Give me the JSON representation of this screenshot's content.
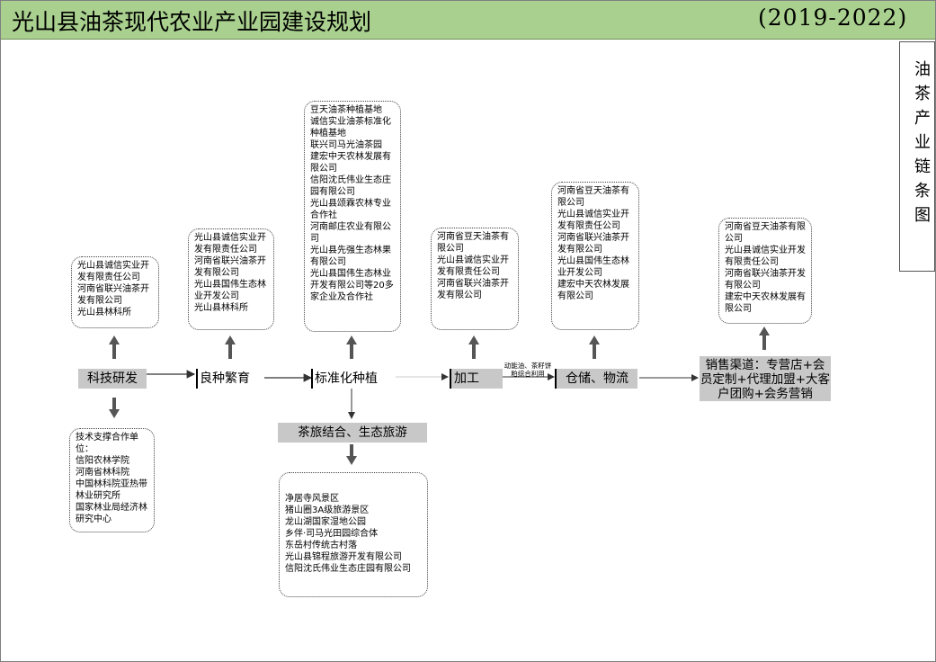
{
  "header": {
    "title": "光山县油茶现代农业产业园建设规划",
    "years": "(2019-2022)"
  },
  "side_title": "油茶产业链条图",
  "stages": {
    "tech": "科技研发",
    "breeding": "良种繁育",
    "planting": "标准化种植",
    "processing": "加工",
    "storage": "仓储、物流",
    "tourism": "茶旅结合、生态旅游",
    "sales": "销售渠道：专营店+会员定制+代理加盟+大客户团购+会务营销"
  },
  "processing_note": "动能油、茶籽饼粕综合利用",
  "boxes": {
    "tech_units": "光山县诚信实业开发有限责任公司\n河南省联兴油茶开发有限公司\n光山县林科所",
    "breeding_units": "光山县诚信实业开发有限责任公司\n河南省联兴油茶开发有限公司\n光山县国伟生态林业开发公司\n光山县林科所",
    "planting_units": "豆天油茶种植基地\n诚信实业油茶标准化种植基地\n联兴司马光油茶园\n建宏中天农林发展有限公司\n信阳沈氏伟业生态庄园有限公司\n光山县颂霖农林专业合作社\n河南邮庄农业有限公司\n光山县先强生态林果有限公司\n光山县国伟生态林业开发有限公司等20多家企业及合作社",
    "processing_units": "河南省豆天油茶有限公司\n光山县诚信实业开发有限责任公司\n河南省联兴油茶开发有限公司",
    "storage_units": "河南省豆天油茶有限公司\n光山县诚信实业开发有限责任公司\n河南省联兴油茶开发有限公司\n光山县国伟生态林业开发公司\n建宏中天农林发展有限公司",
    "sales_units": "河南省豆天油茶有限公司\n光山县诚信实业开发有限责任公司\n河南省联兴油茶开发有限公司\n建宏中天农林发展有限公司",
    "support_units": "技术支撑合作单位：\n信阳农林学院\n河南省林科院\n中国林科院亚热带林业研究所\n国家林业局经济林研究中心",
    "tourism_units": "净居寺风景区\n猪山圈3A级旅游景区\n龙山湖国家湿地公园\n乡伴·司马光田园综合体\n东岳村传统古村落\n光山县锦程旅游开发有限公司\n信阳沈氏伟业生态庄园有限公司"
  }
}
